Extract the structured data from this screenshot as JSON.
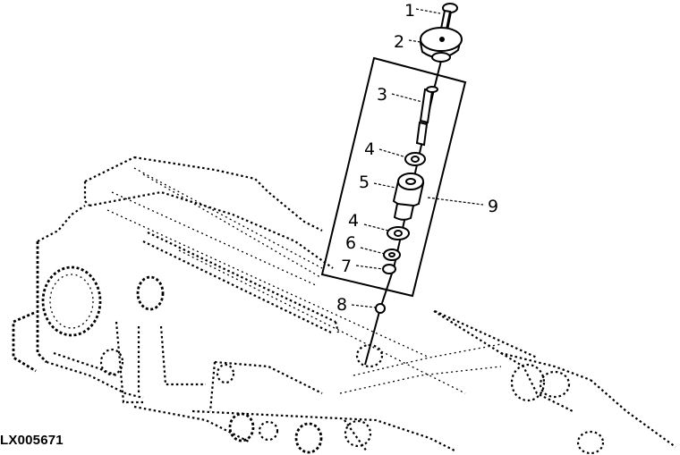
{
  "figure": {
    "id_label": "LX005671",
    "type": "exploded-parts-diagram"
  },
  "callouts": [
    {
      "number": "1",
      "part": "screw"
    },
    {
      "number": "2",
      "part": "cap"
    },
    {
      "number": "3",
      "part": "stud"
    },
    {
      "number": "4",
      "part": "washer-upper"
    },
    {
      "number": "5",
      "part": "hex-adapter"
    },
    {
      "number": "4",
      "part": "washer-lower"
    },
    {
      "number": "6",
      "part": "washer"
    },
    {
      "number": "7",
      "part": "o-ring"
    },
    {
      "number": "8",
      "part": "ball"
    },
    {
      "number": "9",
      "part": "kit-group"
    }
  ],
  "colors": {
    "ink": "#000000",
    "paper": "#ffffff"
  }
}
